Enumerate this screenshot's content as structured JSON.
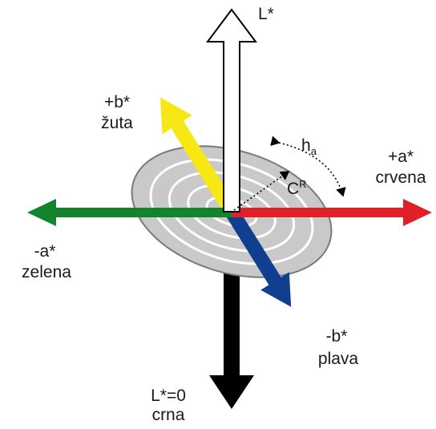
{
  "labels": {
    "l_star": "L*",
    "plus_b": "+b*",
    "zuta": "žuta",
    "plus_a": "+a*",
    "crvena": "crvena",
    "minus_a": "-a*",
    "zelena": "zelena",
    "minus_b": "-b*",
    "plava": "plava",
    "l_zero": "L*=0",
    "crna": "crna",
    "h_main": "h",
    "h_sub": "a",
    "c_main": "C",
    "c_sup": "R"
  },
  "colors": {
    "red": "#e11f26",
    "green": "#11842c",
    "yellow": "#f7e815",
    "blue": "#113f8f",
    "black": "#000000",
    "white": "#ffffff",
    "disc": "#c9c9c9",
    "outline": "#7a7a7a"
  }
}
